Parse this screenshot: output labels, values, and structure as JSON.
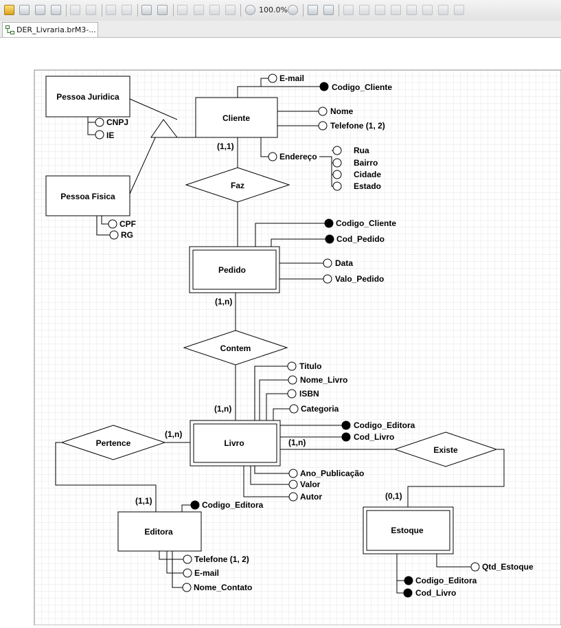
{
  "toolbar": {
    "zoom": "100.0%"
  },
  "tab": {
    "title": "DER_Livraria.brM3-..."
  },
  "diagram": {
    "entities": {
      "pessoa_juridica": "Pessoa Juridica",
      "pessoa_fisica": "Pessoa Fisica",
      "cliente": "Cliente",
      "pedido": "Pedido",
      "livro": "Livro",
      "editora": "Editora",
      "estoque": "Estoque"
    },
    "relationships": {
      "faz": "Faz",
      "contem": "Contem",
      "pertence": "Pertence",
      "existe": "Existe"
    },
    "cardinalities": {
      "cliente_faz": "(1,1)",
      "pedido_faz": "(1,n)",
      "livro_contem": "(1,n)",
      "livro_pertence": "(1,n)",
      "livro_existe": "(1,n)",
      "editora_pertence": "(1,1)",
      "estoque_existe": "(0,1)"
    },
    "attributes": {
      "pj_cnpj": "CNPJ",
      "pj_ie": "IE",
      "pf_cpf": "CPF",
      "pf_rg": "RG",
      "cli_email": "E-mail",
      "cli_codigo": "Codigo_Cliente",
      "cli_nome": "Nome",
      "cli_telefone": "Telefone (1, 2)",
      "cli_endereco": "Endereço",
      "end_rua": "Rua",
      "end_bairro": "Bairro",
      "end_cidade": "Cidade",
      "end_estado": "Estado",
      "ped_codigo_cliente": "Codigo_Cliente",
      "ped_cod_pedido": "Cod_Pedido",
      "ped_data": "Data",
      "ped_valor": "Valo_Pedido",
      "liv_titulo": "Titulo",
      "liv_nome": "Nome_Livro",
      "liv_isbn": "ISBN",
      "liv_categoria": "Categoria",
      "liv_codigo_editora": "Codigo_Editora",
      "liv_cod_livro": "Cod_Livro",
      "liv_ano": "Ano_Publicação",
      "liv_valor": "Valor",
      "liv_autor": "Autor",
      "edi_codigo": "Codigo_Editora",
      "edi_telefone": "Telefone (1, 2)",
      "edi_email": "E-mail",
      "edi_contato": "Nome_Contato",
      "est_qtd": "Qtd_Estoque",
      "est_codigo_editora": "Codigo_Editora",
      "est_cod_livro": "Cod_Livro"
    }
  }
}
